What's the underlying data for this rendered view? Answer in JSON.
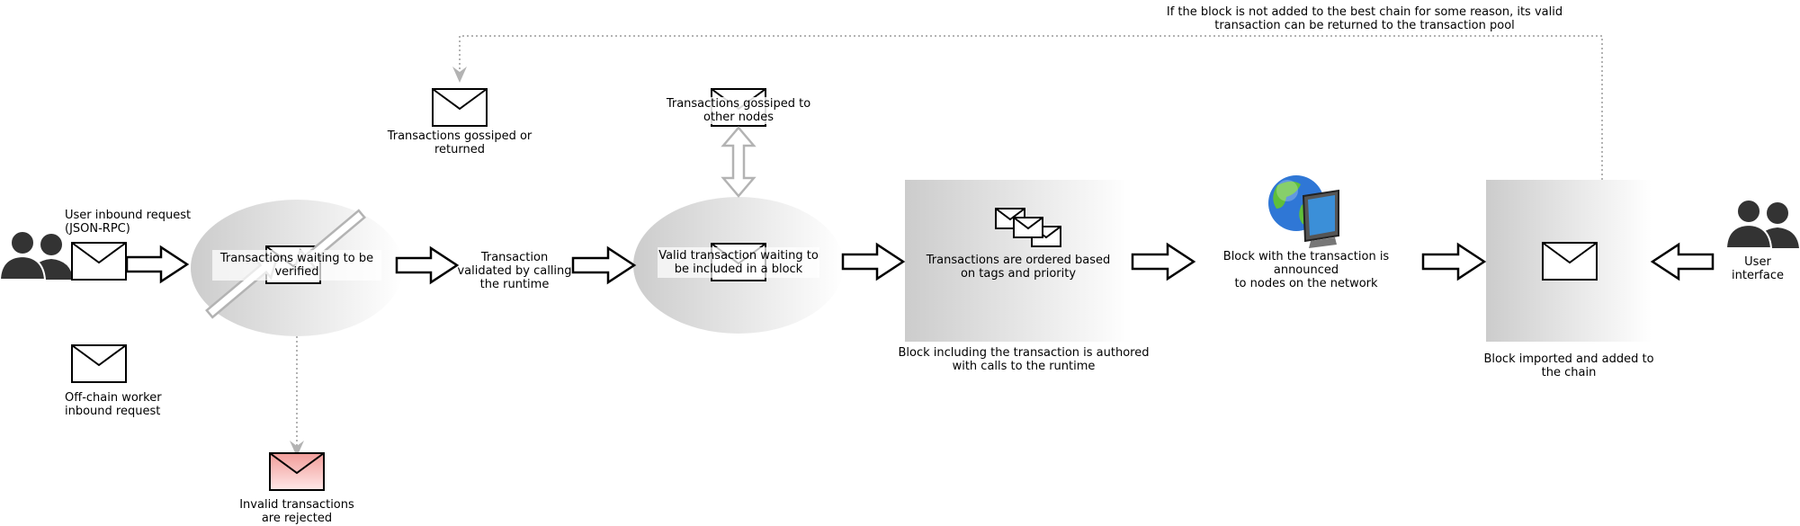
{
  "labels": {
    "user_inbound": [
      "User inbound request",
      "(JSON-RPC)"
    ],
    "offchain_worker": [
      "Off-chain worker",
      "inbound request"
    ],
    "gossiped_or_returned": [
      "Transactions gossiped or",
      "returned"
    ],
    "waiting_verified": [
      "Transactions waiting to be",
      "verified"
    ],
    "invalid_rejected": [
      "Invalid transactions",
      "are rejected"
    ],
    "validated_runtime": [
      "Transaction",
      "validated by calling",
      "the runtime"
    ],
    "gossiped_other_nodes": [
      "Transactions gossiped to",
      "other nodes"
    ],
    "valid_waiting_block": [
      "Valid transaction waiting to",
      "be included in a block"
    ],
    "ordered_tags_priority": [
      "Transactions are ordered based",
      "on tags and priority"
    ],
    "block_authored": [
      "Block including the transaction is authored",
      "with calls to the runtime"
    ],
    "block_announced": [
      "Block with the transaction is announced",
      "to nodes on the network"
    ],
    "block_imported": [
      "Block imported and added to",
      "the chain"
    ],
    "user_interface": [
      "User interface"
    ],
    "returned_to_pool": [
      "If the block is not added to the best chain for some reason, its valid",
      "transaction can be returned to the transaction pool"
    ]
  },
  "icons": {
    "users": "users-icon",
    "envelope": "envelope-icon",
    "envelopes": "envelopes-icon",
    "globe_computer": "globe-computer-icon"
  },
  "colors": {
    "stroke": "#000000",
    "arrow_outline_light": "#b3b3b3",
    "dotted_connector": "#b3b3b3",
    "shape_gradient_dark": "#cccccc",
    "shape_gradient_light": "#ffffff",
    "rejected_envelope_top": "#f19c99",
    "rejected_envelope_bottom": "#ffe0e0",
    "users_fill": "#333333"
  }
}
